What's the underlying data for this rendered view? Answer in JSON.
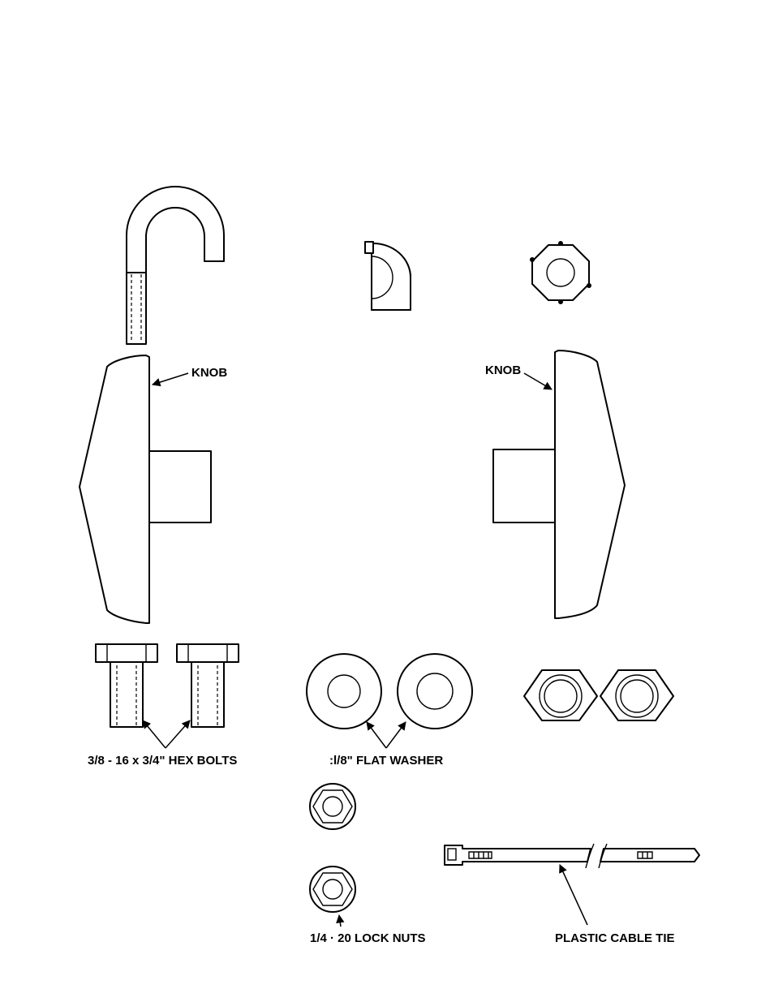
{
  "labels": {
    "knob_left": "KNOB",
    "knob_right": "KNOB",
    "hex_bolts": "3/8 - 16 x 3/4\" HEX BOLTS",
    "flat_washer": ":l/8\" FLAT WASHER",
    "lock_nuts": "1/4 · 20 LOCK NUTS",
    "cable_tie": "PLASTIC CABLE TIE"
  },
  "colors": {
    "ink": "#000000",
    "paper": "#ffffff"
  },
  "parts": [
    "j-bolt",
    "half-clip",
    "wing-nut-small",
    "knob-left",
    "knob-right",
    "hex-bolt",
    "flat-washer",
    "hex-lock-nut",
    "small-lock-nut",
    "plastic-cable-tie"
  ]
}
